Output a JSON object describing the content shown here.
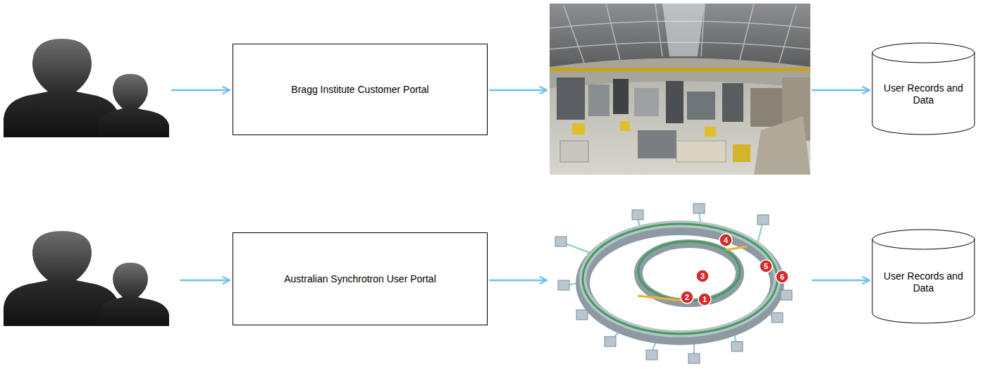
{
  "diagram": {
    "nodes": [
      {
        "text": [
          "Bragg Institute Customer Portal"
        ]
      },
      {
        "text": [
          "User Records and Data"
        ]
      },
      {
        "text": [
          "Australian Synchrotron User Portal"
        ]
      },
      {
        "text": [
          "User Records and Data"
        ]
      }
    ],
    "labels": [
      "1",
      "2",
      "3",
      "4",
      "5",
      "6"
    ]
  }
}
